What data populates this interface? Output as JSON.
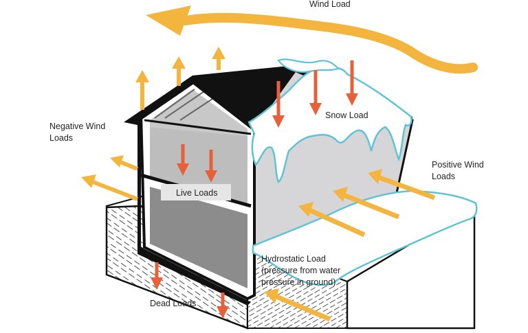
{
  "labels": {
    "wind_load": "Wind Load",
    "negative_wind_line1": "Negative Wind",
    "negative_wind_line2": "Loads",
    "snow_load": "Snow Load",
    "positive_wind_line1": "Positive Wind",
    "positive_wind_line2": "Loads",
    "live_loads": "Live Loads",
    "hydrostatic_line1": "Hydrostatic Load",
    "hydrostatic_line2": "(pressure from water",
    "hydrostatic_line3": "pressure in ground)",
    "dead_loads": "Dead Loads"
  },
  "colors": {
    "wind_arrow": "#f4b53f",
    "load_arrow": "#e8603a",
    "snow_outline": "#5fc3d6",
    "wall_gray": "#d6d6d8",
    "outline": "#111111"
  },
  "icons": {
    "wind_load_arrow": "curved-arrow-icon",
    "force_arrow": "arrow-icon"
  }
}
